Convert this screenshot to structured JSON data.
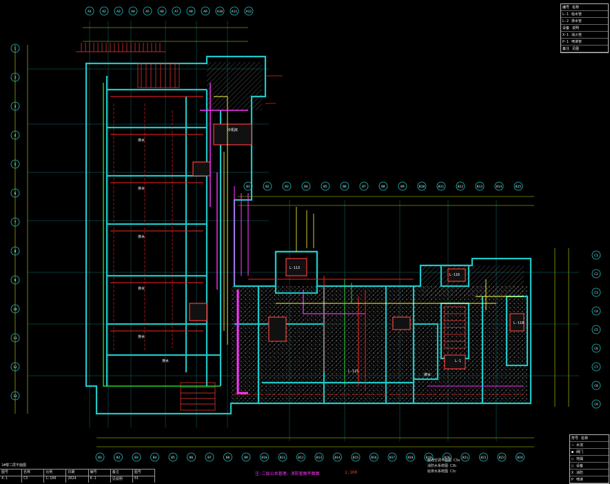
{
  "drawing": {
    "caption": "注:二层公共管理、消防管图平面图",
    "scale_note": "1:100",
    "notes_bottom": [
      "暖通空调平面图 C3a",
      "消防水系统图 C3b",
      "给排水系统图 C3c"
    ],
    "top_left_label": "1#楼二层平面图"
  },
  "grid_top": {
    "labels": [
      "A1",
      "A2",
      "A3",
      "A4",
      "A5",
      "A6",
      "A7",
      "A8",
      "A9",
      "A10",
      "A11",
      "A12"
    ]
  },
  "grid_mid": {
    "labels": [
      "B1",
      "B2",
      "B3",
      "B4",
      "B5",
      "B6",
      "B7",
      "B8",
      "B9",
      "B10",
      "B11",
      "B12",
      "B13",
      "B14",
      "B15"
    ]
  },
  "grid_bottom": {
    "labels": [
      "B1",
      "B2",
      "B3",
      "B4",
      "B5",
      "B6",
      "B7",
      "B8",
      "B9",
      "B10",
      "B11",
      "B12",
      "B13",
      "B14",
      "B15",
      "B16",
      "B17",
      "B18",
      "B19",
      "B20",
      "B21",
      "B22",
      "B23",
      "B24"
    ]
  },
  "grid_left": {
    "labels": [
      "1",
      "2",
      "3",
      "4",
      "5",
      "6",
      "7",
      "8",
      "9",
      "10",
      "11",
      "12",
      "13"
    ]
  },
  "grid_right": {
    "labels": [
      "C1",
      "C2",
      "C3",
      "C4",
      "C5",
      "C6",
      "C7",
      "C8",
      "C9"
    ]
  },
  "rooms": {
    "labels": [
      "排水",
      "排水",
      "冷机房",
      "排水",
      "排水",
      "排水",
      "排水",
      "L-113",
      "L-115",
      "L-116",
      "L-118",
      "排水",
      "L-1"
    ]
  },
  "legend_top_right": {
    "rows": [
      [
        "编号",
        "名称"
      ],
      [
        "L-1",
        "给水管"
      ],
      [
        "L-2",
        "排水管"
      ],
      [
        "设备",
        "说明"
      ],
      [
        "X-1",
        "消火栓"
      ],
      [
        "P-1",
        "喷淋管"
      ],
      [
        "备注",
        "见图"
      ]
    ]
  },
  "legend_bottom_right": {
    "rows": [
      [
        "符号",
        "名称"
      ],
      [
        "→",
        "水流"
      ],
      [
        "●",
        "阀门"
      ],
      [
        "○",
        "地漏"
      ],
      [
        "□",
        "设备"
      ],
      [
        "X",
        "消防"
      ],
      [
        "P",
        "喷淋"
      ]
    ]
  },
  "table_bottom_left": {
    "header": [
      "图号",
      "名称",
      "比例",
      "日期",
      "编号",
      "备注",
      "图号"
    ],
    "row": [
      "4.1",
      "C3",
      "1:100",
      "2024",
      "K-1",
      "见说明",
      "01"
    ]
  },
  "colors": {
    "wall": "#1ec8c8",
    "grid": "#c8e000",
    "pipe_red": "#ff2020",
    "pipe_magenta": "#ff33ff",
    "pipe_yellow": "#ffff40",
    "pipe_green": "#20ff40",
    "hatch": "#9a9a9a"
  }
}
